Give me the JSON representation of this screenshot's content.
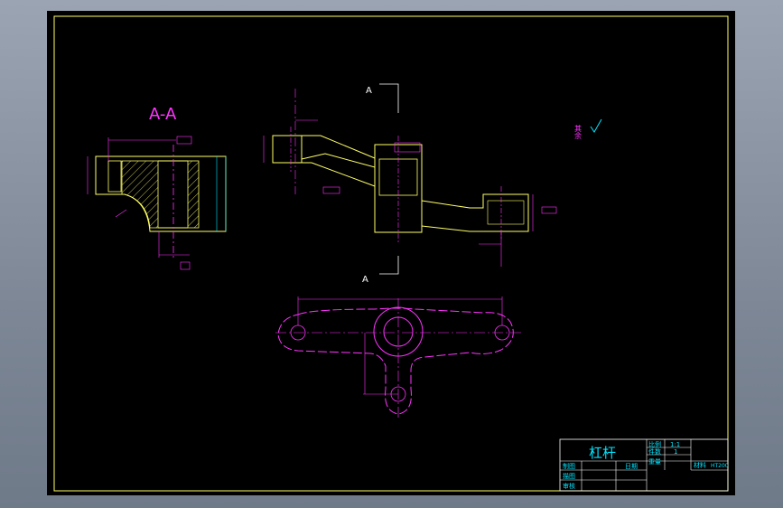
{
  "drawing": {
    "section_label": "A-A",
    "view_marker_top": "A",
    "view_marker_bottom": "A",
    "roughness_note": "其余"
  },
  "title_block": {
    "part_name": "杠杆",
    "scale_label": "比例",
    "scale_value": "1:1",
    "qty_label": "件数",
    "qty_value": "1",
    "weight_label": "重量",
    "material_label": "材料",
    "material_value": "HT200",
    "drawn_label": "制图",
    "date_label": "日期",
    "designer_label": "描图",
    "checker_label": "审核"
  },
  "colors": {
    "border": "#ffff66",
    "outline": "#ffff66",
    "dimension": "#ff33ff",
    "centerline": "#ff33ff",
    "hatch": "#ffff66",
    "text": "#00e5ff",
    "frame": "#ffffff"
  }
}
